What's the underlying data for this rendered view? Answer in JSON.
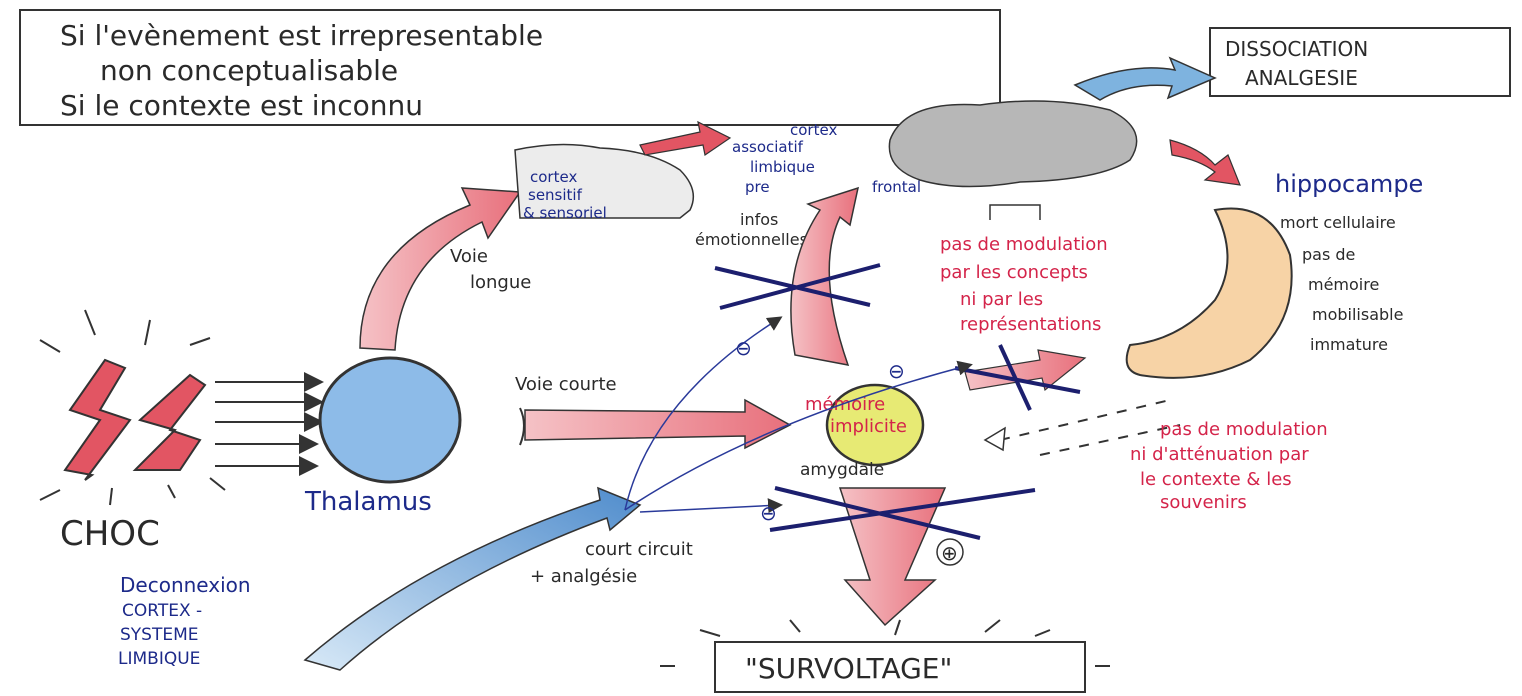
{
  "condition_box": {
    "line1": "Si l'evènement est irrepresentable",
    "line2": "non conceptualisable",
    "line3": "Si le contexte est inconnu"
  },
  "dissociation_box": {
    "line1": "DISSOCIATION",
    "line2": "ANALGESIE"
  },
  "survoltage_box": {
    "label": "\"SURVOLTAGE\""
  },
  "labels": {
    "choc": "CHOC",
    "thalamus": "Thalamus",
    "voie_longue_1": "Voie",
    "voie_longue_2": "longue",
    "voie_courte": "Voie courte",
    "cortex_sensitif_1": "cortex",
    "cortex_sensitif_2": "sensitif",
    "cortex_sensitif_3": "& sensoriel",
    "cortex_assoc_1": "cortex",
    "cortex_assoc_2": "associatif",
    "cortex_assoc_3": "limbique",
    "cortex_assoc_4": "pre",
    "cortex_assoc_5": "frontal",
    "infos_1": "infos",
    "infos_2": "émotionnelles",
    "memoire_1": "mémoire",
    "memoire_2": "implicite",
    "amygdale": "amygdale",
    "court_circuit_1": "court circuit",
    "court_circuit_2": "+ analgésie",
    "deconnexion_1": "Deconnexion",
    "deconnexion_2": "CORTEX -",
    "deconnexion_3": "SYSTEME",
    "deconnexion_4": "LIMBIQUE",
    "hippocampe": "hippocampe",
    "hippo_1": "mort cellulaire",
    "hippo_2": "pas de",
    "hippo_3": "mémoire",
    "hippo_4": "mobilisable",
    "hippo_5": "immature",
    "pas_modulation_1": "pas de modulation",
    "pas_modulation_2": "par les concepts",
    "pas_modulation_3": "ni par les",
    "pas_modulation_4": "représentations",
    "pas_attenuation_1": "pas de modulation",
    "pas_attenuation_2": "ni d'atténuation par",
    "pas_attenuation_3": "le contexte & les",
    "pas_attenuation_4": "souvenirs",
    "minus": "⊖",
    "plus": "⊕"
  },
  "colors": {
    "red_arrow": "#e8848c",
    "blue_arrow": "#6fa6d8",
    "thalamus": "#7fb2e5",
    "amygdala": "#e6e86a",
    "hippocampus": "#f6c98a",
    "cross": "#1c1f6e"
  }
}
